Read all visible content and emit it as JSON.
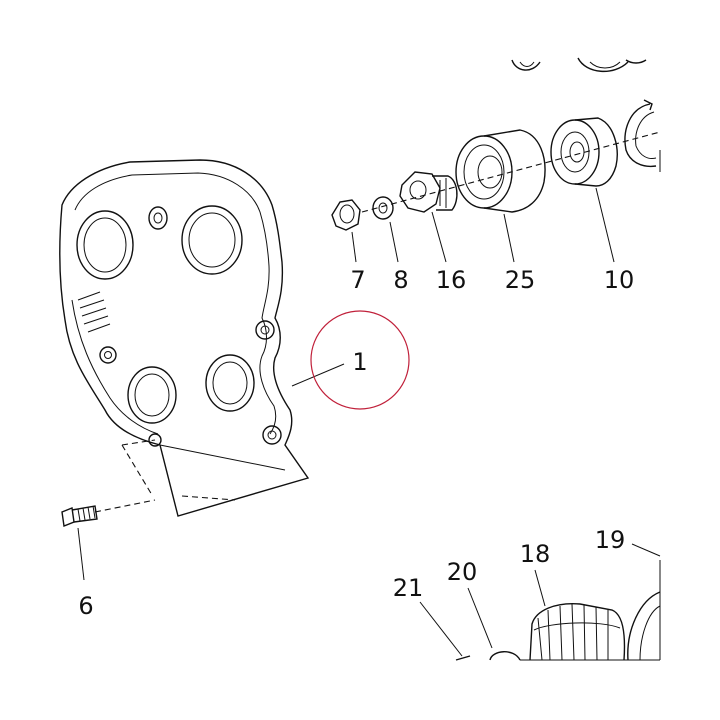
{
  "diagram": {
    "parts": [
      {
        "id": "p1",
        "label": "1"
      },
      {
        "id": "p6",
        "label": "6"
      },
      {
        "id": "p7",
        "label": "7"
      },
      {
        "id": "p8",
        "label": "8"
      },
      {
        "id": "p10",
        "label": "10"
      },
      {
        "id": "p16",
        "label": "16"
      },
      {
        "id": "p18",
        "label": "18"
      },
      {
        "id": "p19",
        "label": "19"
      },
      {
        "id": "p20",
        "label": "20"
      },
      {
        "id": "p21",
        "label": "21"
      },
      {
        "id": "p25",
        "label": "25"
      }
    ],
    "highlight_color": "#c0203a",
    "line_color": "#111111"
  }
}
